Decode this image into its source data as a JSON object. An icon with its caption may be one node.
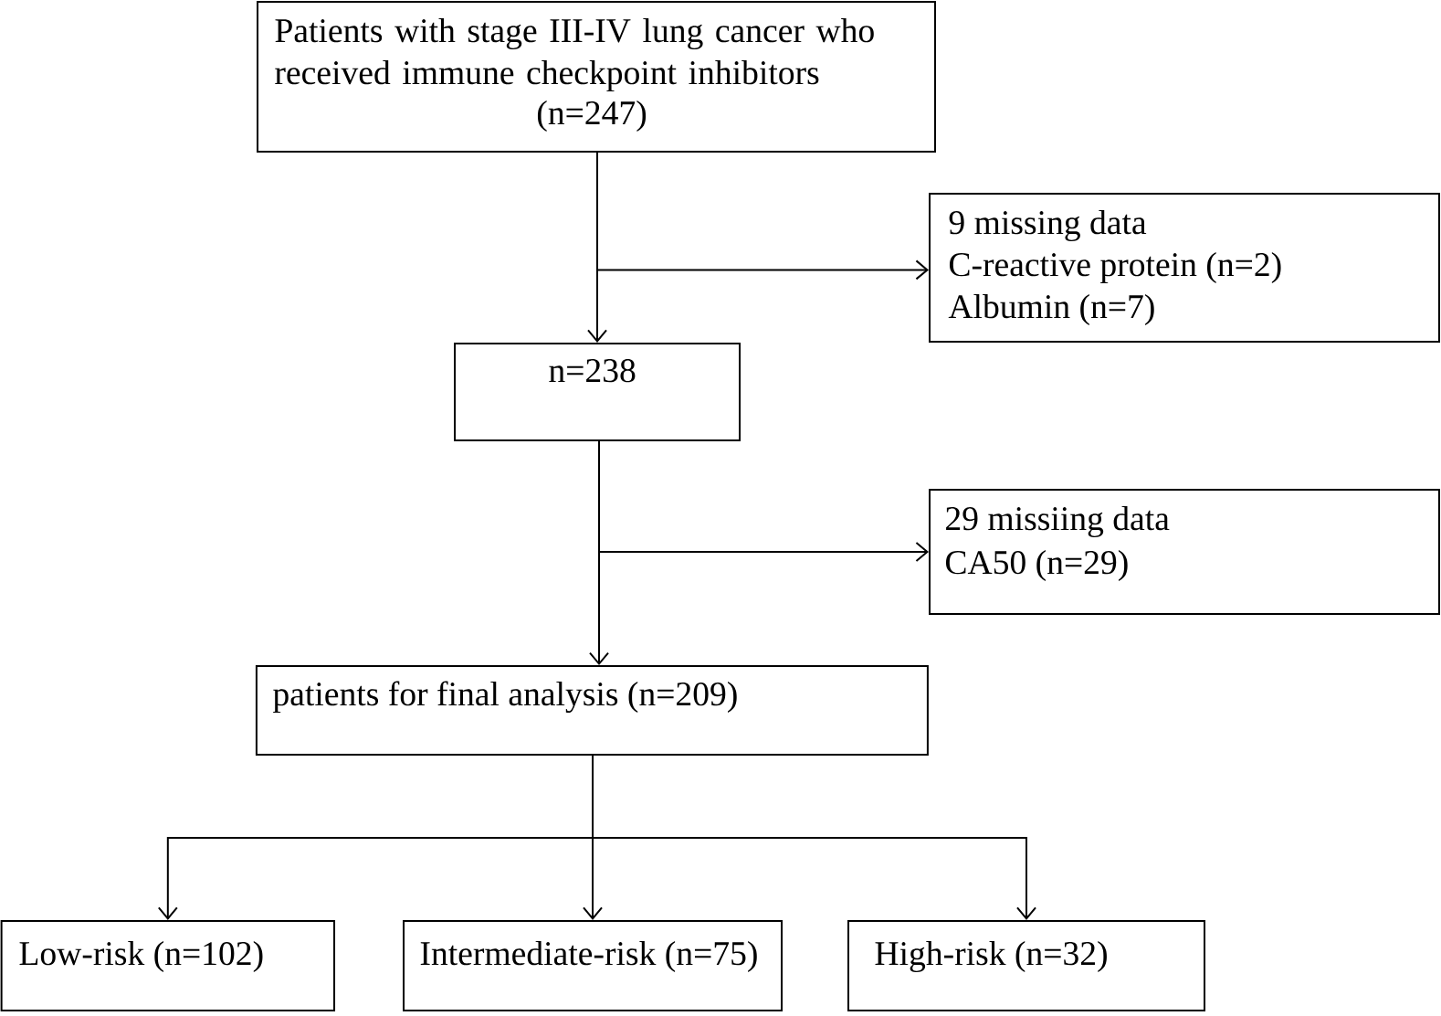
{
  "diagram": {
    "nodes": [
      {
        "text": [
          "Patients with stage III-IV lung cancer who received immune checkpoint inhibitors",
          "(n=247)"
        ]
      },
      {
        "text": [
          "9 missing data",
          "C-reactive protein (n=2)",
          "Albumin (n=7)"
        ]
      },
      {
        "text": [
          "n=238"
        ]
      },
      {
        "text": [
          "29 missiing data",
          "CA50 (n=29)"
        ]
      },
      {
        "text": [
          "patients for final analysis (n=209)"
        ]
      },
      {
        "text": [
          "Low-risk (n=102)"
        ]
      },
      {
        "text": [
          "Intermediate-risk (n=75)"
        ]
      },
      {
        "text": [
          "High-risk (n=32)"
        ]
      }
    ],
    "edges": [
      {
        "from": 0,
        "to": 2,
        "arrow": "to"
      },
      {
        "from": 0,
        "to": 1,
        "arrow": "to"
      },
      {
        "from": 2,
        "to": 4,
        "arrow": "to"
      },
      {
        "from": 2,
        "to": 3,
        "arrow": "to"
      },
      {
        "from": 4,
        "to": 5,
        "arrow": "to"
      },
      {
        "from": 4,
        "to": 6,
        "arrow": "to"
      },
      {
        "from": 4,
        "to": 7,
        "arrow": "to"
      }
    ]
  }
}
